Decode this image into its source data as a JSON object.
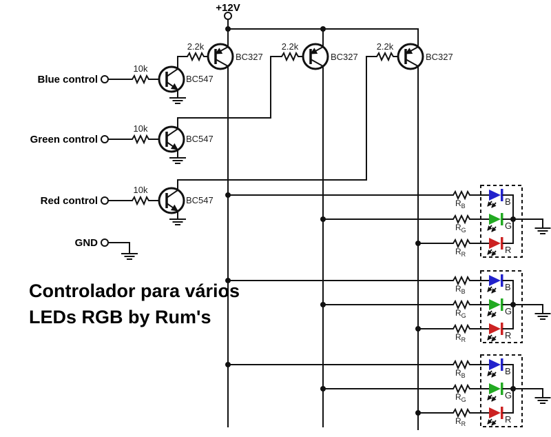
{
  "colors": {
    "wire": "#111111",
    "background": "#ffffff",
    "led_blue": "#2222cc",
    "led_green": "#22aa22",
    "led_red": "#cc2222"
  },
  "power": {
    "label": "+12V"
  },
  "gnd": {
    "label": "GND"
  },
  "title": {
    "line1": "Controlador para vários",
    "line2": "LEDs RGB by Rum's"
  },
  "channels": [
    {
      "control_label": "Blue control",
      "input_resistor": "10k",
      "input_transistor": "BC547",
      "coupling_resistor": "2.2k",
      "driver_transistor": "BC327"
    },
    {
      "control_label": "Green control",
      "input_resistor": "10k",
      "input_transistor": "BC547",
      "coupling_resistor": "2.2k",
      "driver_transistor": "BC327"
    },
    {
      "control_label": "Red control",
      "input_resistor": "10k",
      "input_transistor": "BC547",
      "coupling_resistor": "2.2k",
      "driver_transistor": "BC327"
    }
  ],
  "modules": [
    {
      "resistors": [
        {
          "name": "R",
          "sub": "B"
        },
        {
          "name": "R",
          "sub": "G"
        },
        {
          "name": "R",
          "sub": "R"
        }
      ],
      "leds": [
        {
          "label": "B",
          "color": "#2222cc"
        },
        {
          "label": "G",
          "color": "#22aa22"
        },
        {
          "label": "R",
          "color": "#cc2222"
        }
      ]
    },
    {
      "resistors": [
        {
          "name": "R",
          "sub": "B"
        },
        {
          "name": "R",
          "sub": "G"
        },
        {
          "name": "R",
          "sub": "R"
        }
      ],
      "leds": [
        {
          "label": "B",
          "color": "#2222cc"
        },
        {
          "label": "G",
          "color": "#22aa22"
        },
        {
          "label": "R",
          "color": "#cc2222"
        }
      ]
    },
    {
      "resistors": [
        {
          "name": "R",
          "sub": "B"
        },
        {
          "name": "R",
          "sub": "G"
        },
        {
          "name": "R",
          "sub": "R"
        }
      ],
      "leds": [
        {
          "label": "B",
          "color": "#2222cc"
        },
        {
          "label": "G",
          "color": "#22aa22"
        },
        {
          "label": "R",
          "color": "#cc2222"
        }
      ]
    }
  ]
}
